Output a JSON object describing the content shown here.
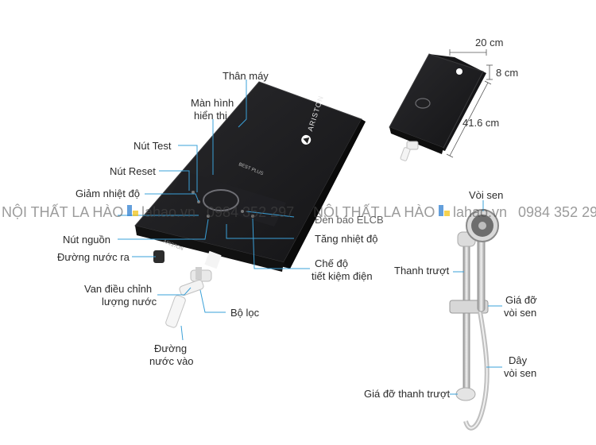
{
  "labels": {
    "than_may": "Thân máy",
    "man_hinh_1": "Màn hình",
    "man_hinh_2": "hiển thị",
    "nut_test": "Nút Test",
    "nut_reset": "Nút Reset",
    "giam_nhiet_do": "Giảm nhiệt độ",
    "den_bao_elcb": "Đèn báo ELCB",
    "tang_nhiet_do": "Tăng nhiệt độ",
    "nut_nguon": "Nút nguồn",
    "duong_nuoc_ra": "Đường nước ra",
    "che_do_1": "Chế độ",
    "che_do_2": "tiết kiệm điện",
    "van_dieu_chinh_1": "Van điều chỉnh",
    "van_dieu_chinh_2": "lượng nước",
    "bo_loc": "Bộ lọc",
    "duong_nuoc_vao_1": "Đường",
    "duong_nuoc_vao_2": "nước vào",
    "voi_sen": "Vòi sen",
    "thanh_truot": "Thanh trượt",
    "gia_do_voi_sen_1": "Giá đỡ",
    "gia_do_voi_sen_2": "vòi sen",
    "day_voi_sen_1": "Dây",
    "day_voi_sen_2": "vòi sen",
    "gia_do_thanh_truot": "Giá đỡ thanh trượt"
  },
  "dimensions": {
    "width": "20 cm",
    "depth": "8 cm",
    "height": "41.6 cm"
  },
  "device": {
    "brand": "ARISTON",
    "model": "BEST PLUS"
  },
  "watermark": {
    "left": "NỘI THẤT LA HÀO",
    "brand": "lahao.vn",
    "phone": "0984 352 297",
    "left2": "NỘI THẤT LA HÀO",
    "brand2": "lahao.vn",
    "phone2": "0984 352 29"
  },
  "colors": {
    "leader": "#3aa0d8",
    "body": "#1c1c1e",
    "logo_blue": "#2f7fd1",
    "logo_yellow": "#f2c318"
  }
}
